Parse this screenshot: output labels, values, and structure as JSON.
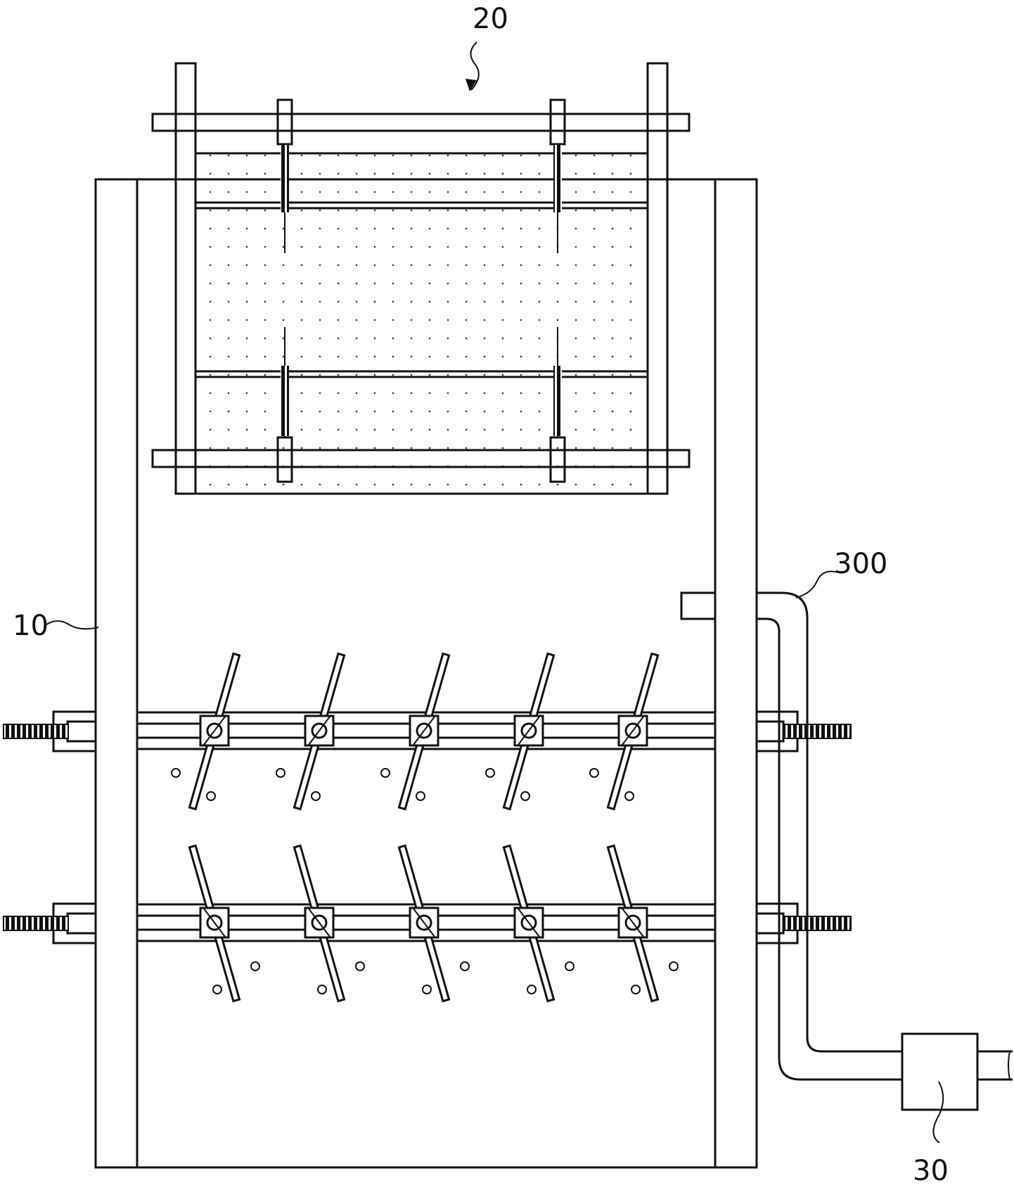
{
  "labels": {
    "tank": "10",
    "rack": "20",
    "pump": "30",
    "pipe": "300"
  },
  "colors": {
    "line": "#111111",
    "background": "#ffffff"
  }
}
